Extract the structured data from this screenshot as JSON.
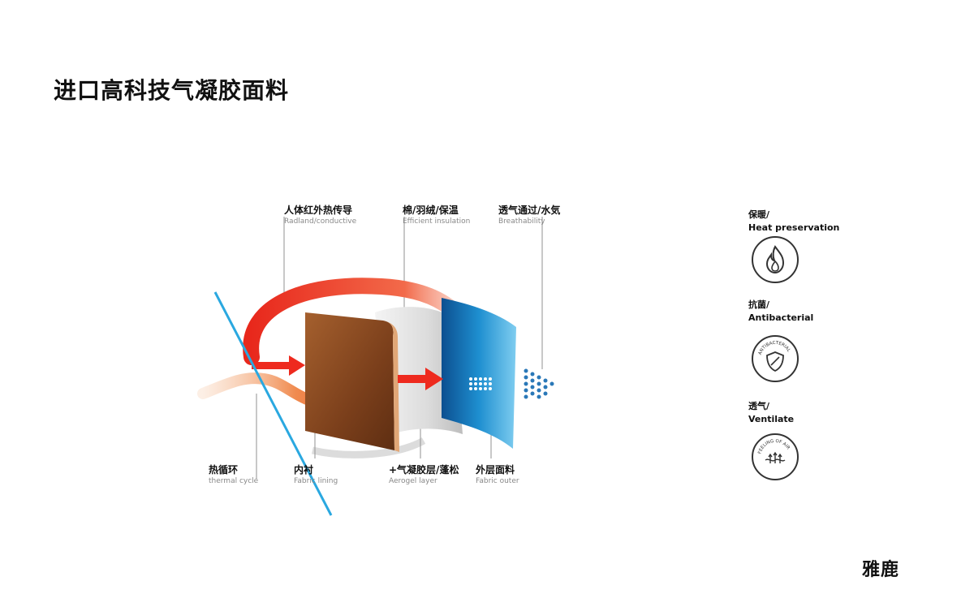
{
  "page": {
    "title": "进口高科技气凝胶面料",
    "brand": "雅鹿"
  },
  "diagram": {
    "labels": [
      {
        "id": "radiant",
        "zh": "人体红外热传导",
        "en": "Radland/conductive"
      },
      {
        "id": "insulation",
        "zh": "棉/羽绒/保温",
        "en": "Efficient insulation"
      },
      {
        "id": "breath",
        "zh": "透气通过/水気",
        "en": "Breathability"
      },
      {
        "id": "thermal",
        "zh": "热循环",
        "en": "thermal cycle"
      },
      {
        "id": "lining",
        "zh": "内衬",
        "en": "Fabric lining"
      },
      {
        "id": "aerogel",
        "zh": "+气凝胶层/蓬松",
        "en": "Aerogel layer"
      },
      {
        "id": "outer",
        "zh": "外层面料",
        "en": "Fabric outer"
      }
    ]
  },
  "features": [
    {
      "zh": "保暖/",
      "en": "Heat preservation",
      "icon": "flame-icon"
    },
    {
      "zh": "抗菌/",
      "en": "Antibacterial",
      "icon": "shield-icon",
      "badge_text": "ANTIBACTERIAL"
    },
    {
      "zh": "透气/",
      "en": "Ventilate",
      "icon": "air-flow-icon",
      "badge_text": "FEELING OF AIR"
    }
  ],
  "colors": {
    "heat_red": "#ee2a1e",
    "lining_brown": "#8a4a22",
    "outer_blue": "#1e8fd0",
    "cycle_line": "#2aa8e0"
  }
}
